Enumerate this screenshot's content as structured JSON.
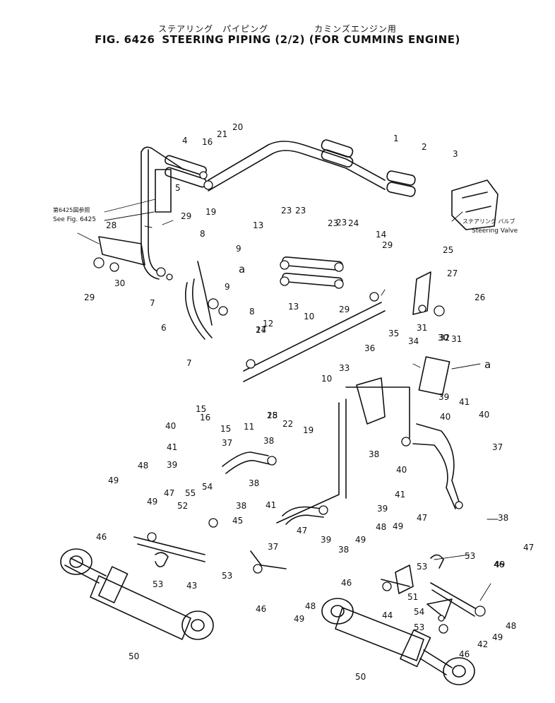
{
  "title": {
    "japanese": "ステアリング　パイピング　　　　　カミンズエンジン用",
    "figure_number": "FIG. 6426",
    "english": "STEERING PIPING (2/2) (FOR CUMMINS ENGINE)"
  },
  "references": {
    "see_fig_jp": "第6425図参照",
    "see_fig_en": "See Fig. 6425",
    "valve_jp": "ステアリング バルブ",
    "valve_en": "Steering Valve",
    "connection_mark": "a"
  },
  "callouts": [
    "1",
    "2",
    "3",
    "4",
    "5",
    "6",
    "7",
    "7",
    "8",
    "8",
    "9",
    "9",
    "10",
    "10",
    "11",
    "12",
    "13",
    "13",
    "14",
    "15",
    "15",
    "16",
    "16",
    "17",
    "18",
    "19",
    "19",
    "20",
    "21",
    "22",
    "23",
    "23",
    "23",
    "23",
    "24",
    "24",
    "25",
    "25",
    "26",
    "27",
    "28",
    "29",
    "29",
    "29",
    "29",
    "30",
    "30",
    "31",
    "31",
    "32",
    "33",
    "34",
    "35",
    "36",
    "37",
    "37",
    "37",
    "38",
    "38",
    "38",
    "38",
    "38",
    "38",
    "39",
    "39",
    "39",
    "39",
    "40",
    "40",
    "40",
    "40",
    "41",
    "41",
    "41",
    "41",
    "42",
    "43",
    "44",
    "45",
    "46",
    "46",
    "46",
    "46",
    "46",
    "47",
    "47",
    "47",
    "47",
    "48",
    "48",
    "48",
    "48",
    "49",
    "49",
    "49",
    "49",
    "49",
    "49",
    "49",
    "50",
    "50",
    "51",
    "52",
    "53",
    "53",
    "53",
    "53",
    "53",
    "54",
    "54",
    "55",
    "55"
  ]
}
